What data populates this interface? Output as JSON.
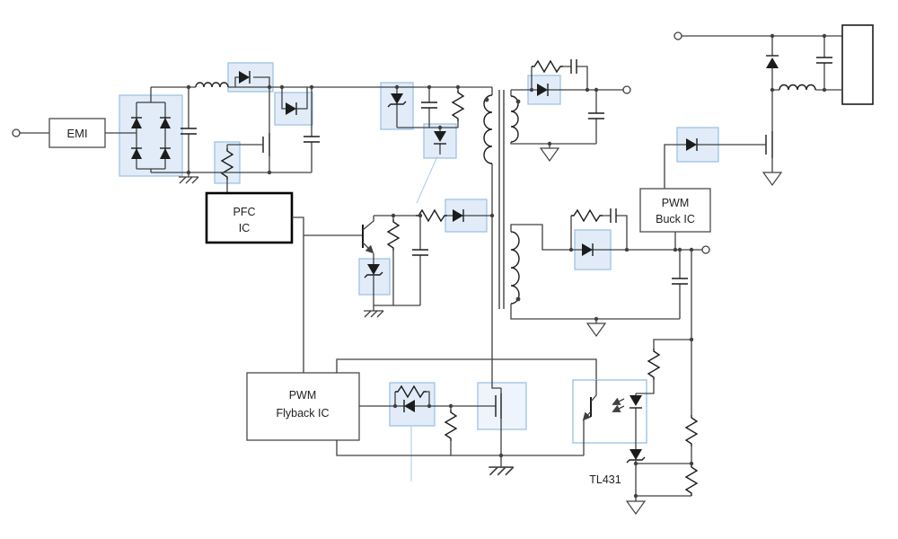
{
  "diagram": {
    "blocks": {
      "emi": {
        "label": "EMI"
      },
      "pfc_ic": {
        "line1": "PFC",
        "line2": "IC"
      },
      "pwm_flyback_ic": {
        "line1": "PWM",
        "line2": "Flyback IC"
      },
      "pwm_buck_ic": {
        "line1": "PWM",
        "line2": "Buck IC"
      },
      "tl431": {
        "label": "TL431"
      }
    },
    "colors": {
      "wire": "#404040",
      "highlight_fill": "#dbe8f6",
      "highlight_border": "#9dc3e6",
      "block_border": "#000000",
      "background": "#ffffff"
    },
    "highlighted_components": [
      "bridge-rectifier",
      "boost-diode",
      "bypass-diode",
      "gate-resistor",
      "clamp-zener",
      "snubber-diode",
      "blocking-diode",
      "base-zener",
      "secondary-rectifier-diode",
      "buck-gate-diode",
      "flyback-gate-network",
      "flyback-mosfet",
      "optocoupler",
      "output-rectifier-diode"
    ]
  }
}
